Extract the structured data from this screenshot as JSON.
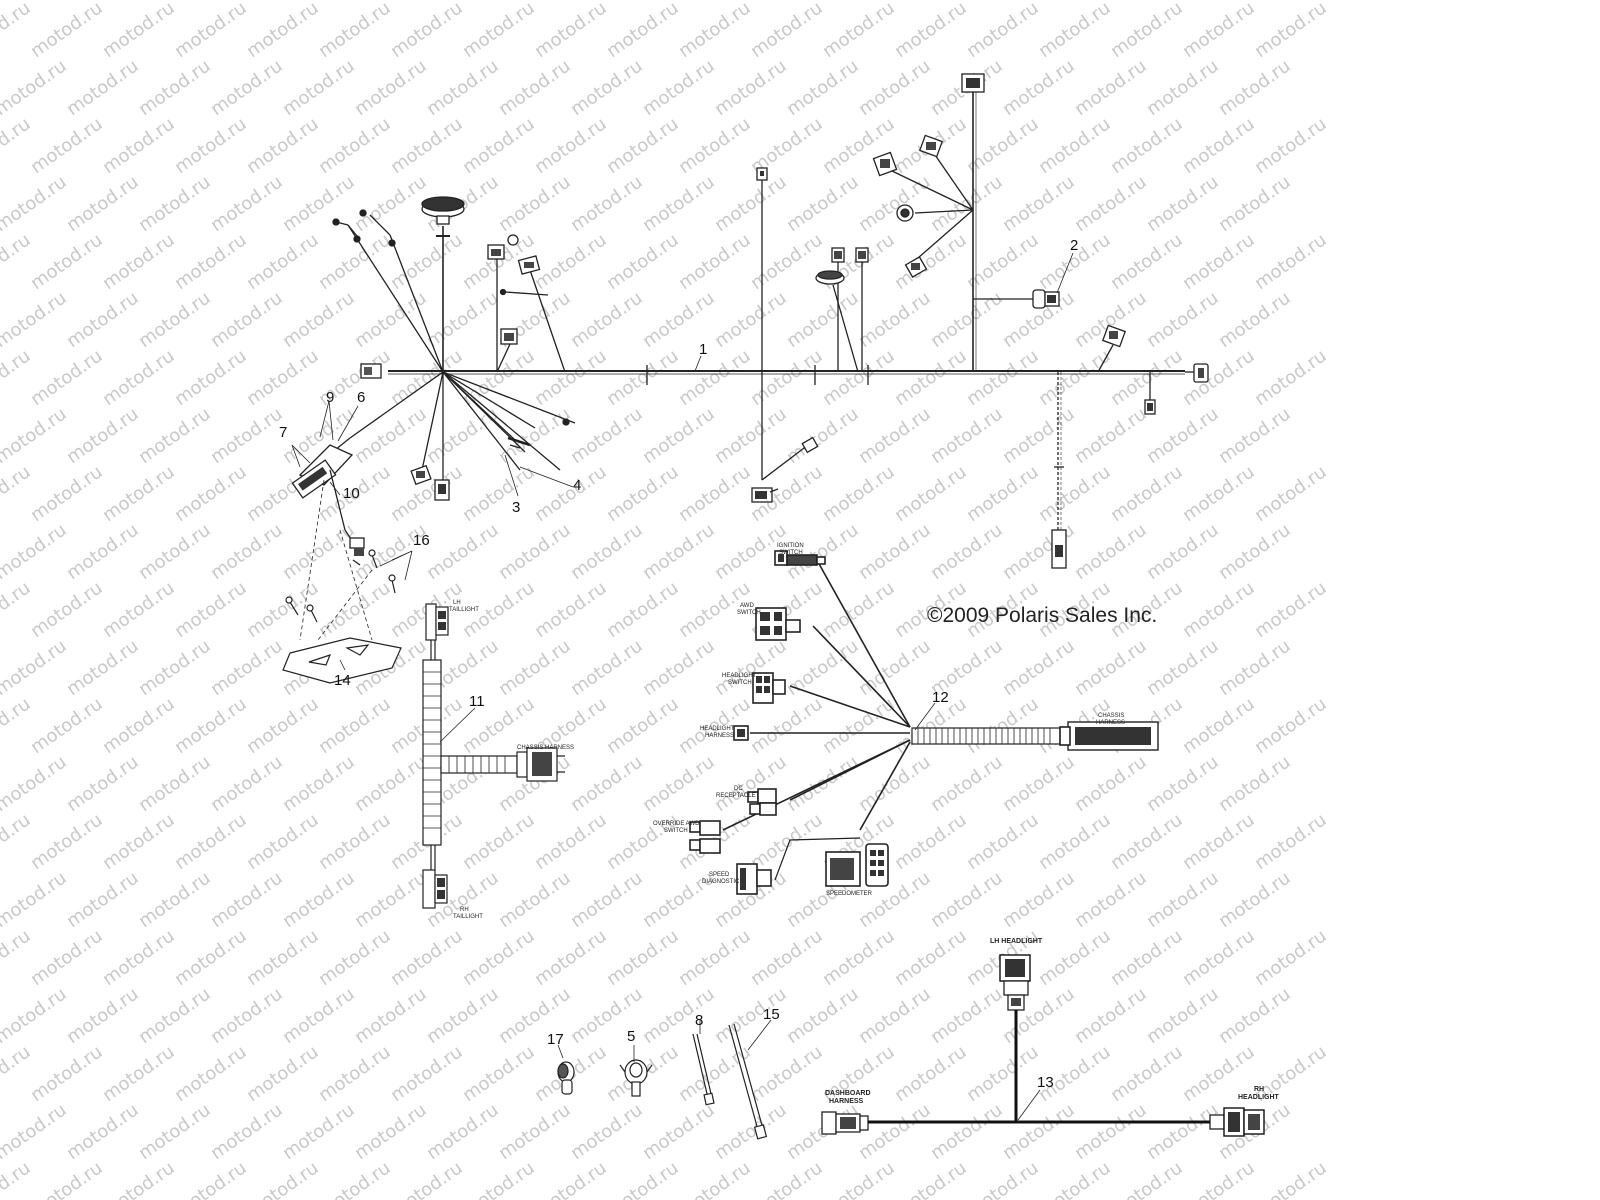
{
  "watermark": "motod.ru",
  "copyright": "©2009 Polaris Sales Inc.",
  "callouts": [
    "1",
    "2",
    "3",
    "4",
    "5",
    "6",
    "7",
    "8",
    "9",
    "10",
    "11",
    "12",
    "13",
    "14",
    "15",
    "16",
    "17"
  ],
  "labels": {
    "lh_taillight_1": "LH",
    "lh_taillight_2": "TAILLIGHT",
    "chassis_harness_11": "CHASSIS HARNESS",
    "rh_taillight_1": "RH",
    "rh_taillight_2": "TAILLIGHT",
    "ignition_switch_1": "IGNITION",
    "ignition_switch_2": "SWITCH",
    "aws_switch_1": "AWD",
    "aws_switch_2": "SWITCH",
    "headlight_switch_1": "HEADLIGHT",
    "headlight_switch_2": "SWITCH",
    "headlight_harness_1": "HEADLIGHT",
    "headlight_harness_2": "HARNESS",
    "receptacle_1": "DC",
    "receptacle_2": "RECEPTACLE",
    "override_switch_1": "OVERRIDE AWD",
    "override_switch_2": "SWITCH",
    "speed_diagnostic_1": "SPEED",
    "speed_diagnostic_2": "DIAGNOSTIC",
    "speedometer": "SPEEDOMETER",
    "chassis_harness_12_1": "CHASSIS",
    "chassis_harness_12_2": "HARNESS",
    "lh_headlight": "LH HEADLIGHT",
    "rh_headlight_1": "RH",
    "rh_headlight_2": "HEADLIGHT",
    "dashboard_harness_1": "DASHBOARD",
    "dashboard_harness_2": "HARNESS"
  }
}
